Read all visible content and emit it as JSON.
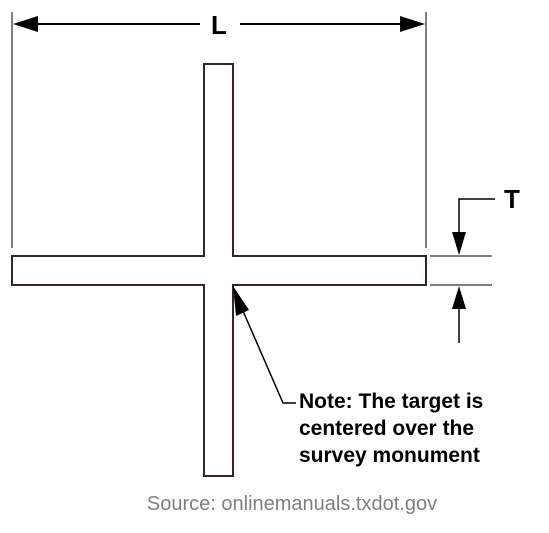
{
  "diagram": {
    "length_label": "L",
    "thickness_label": "T",
    "note_lines": [
      "Note: The target is",
      "centered over the",
      "survey monument"
    ],
    "source": "Source: onlinemanuals.txdot.gov",
    "colors": {
      "stroke": "#000000",
      "cross_outline": "#3a2030",
      "source_text": "#7f7f7f"
    }
  }
}
